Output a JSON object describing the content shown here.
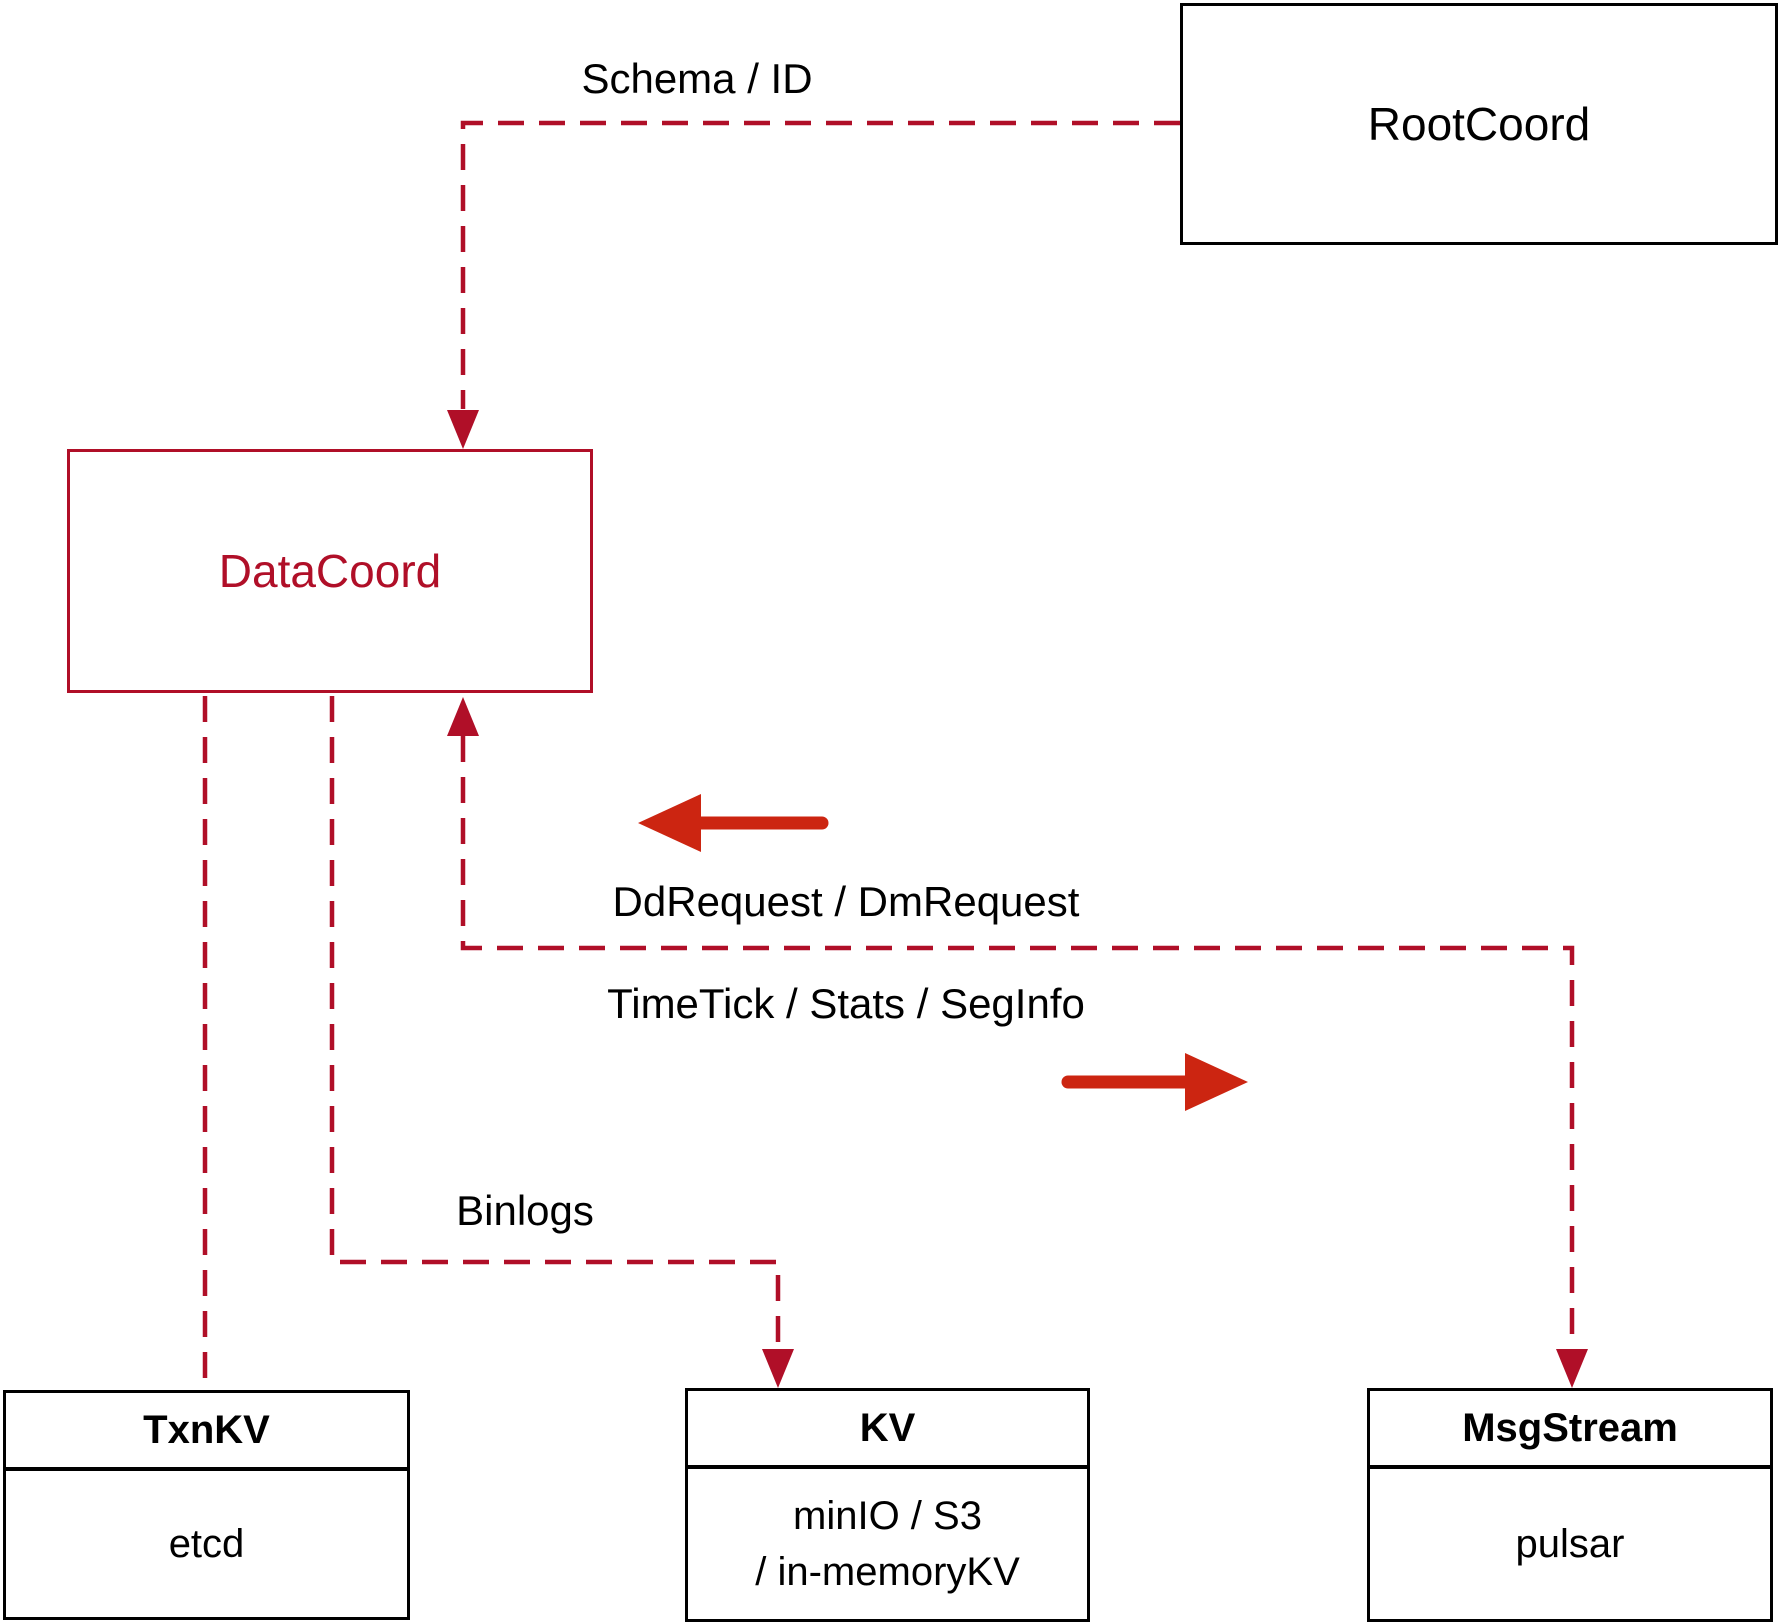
{
  "colors": {
    "crimson": "#b00f28",
    "arrow_red": "#cc2511",
    "black": "#000000",
    "background": "#ffffff"
  },
  "nodes": {
    "rootcoord": {
      "label": "RootCoord"
    },
    "datacoord": {
      "label": "DataCoord"
    },
    "txnkv": {
      "title": "TxnKV",
      "body": "etcd"
    },
    "kv": {
      "title": "KV",
      "body_line1": "minIO / S3",
      "body_line2": "/ in-memoryKV"
    },
    "msgstream": {
      "title": "MsgStream",
      "body": "pulsar"
    }
  },
  "edges": {
    "schema_id": {
      "label": "Schema / ID"
    },
    "dd_dm_request": {
      "label": "DdRequest / DmRequest"
    },
    "timetick_stats_seginfo": {
      "label": "TimeTick / Stats / SegInfo"
    },
    "binlogs": {
      "label": "Binlogs"
    }
  }
}
